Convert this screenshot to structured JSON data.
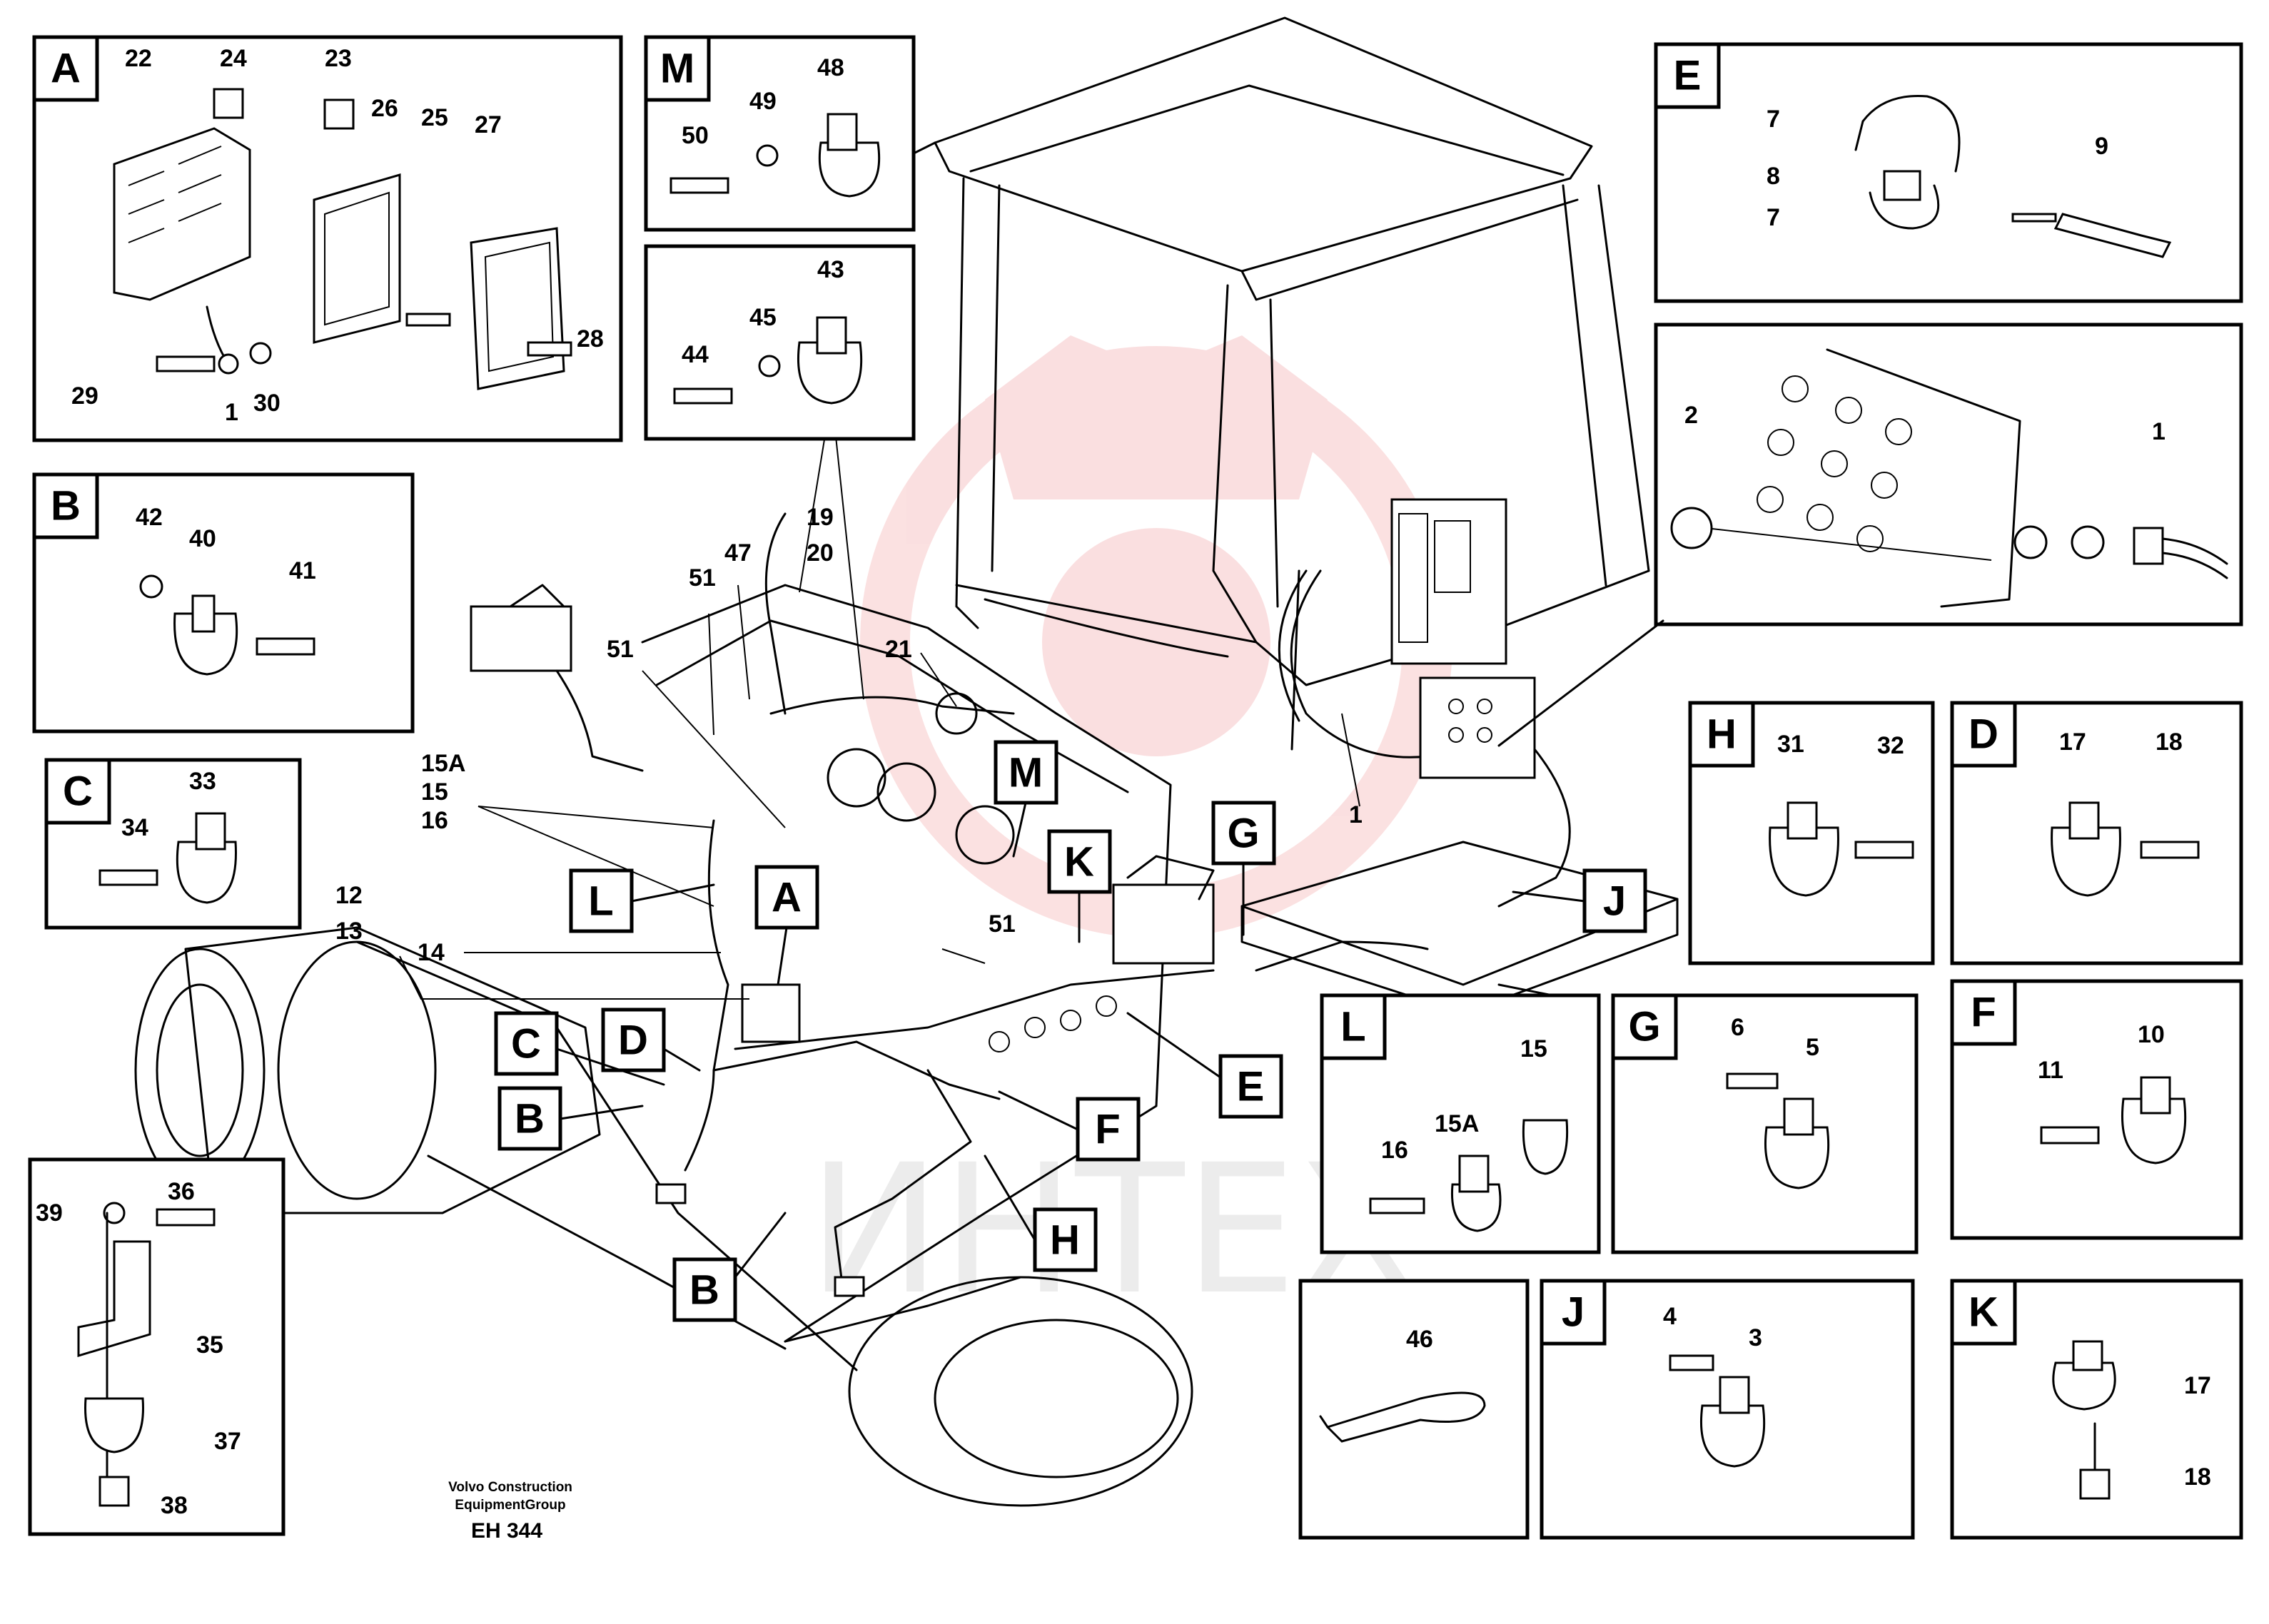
{
  "footer": {
    "line1": "Volvo Construction",
    "line2": "EquipmentGroup",
    "code": "EH 344"
  },
  "watermark": "ИНТЕХ",
  "colors": {
    "line": "#000000",
    "watermark_logo": "#e0151b"
  },
  "detail_panels": {
    "A": {
      "title": "A",
      "labels": [
        "22",
        "24",
        "23",
        "26",
        "25",
        "27",
        "29",
        "1",
        "30",
        "28"
      ]
    },
    "B": {
      "title": "B",
      "labels": [
        "42",
        "40",
        "41"
      ]
    },
    "C": {
      "title": "C",
      "labels": [
        "33",
        "34"
      ]
    },
    "M": {
      "title": "M",
      "labels": [
        "48",
        "49",
        "50"
      ]
    },
    "N": {
      "title": "",
      "labels": [
        "43",
        "45",
        "44"
      ]
    },
    "E": {
      "title": "E",
      "labels": [
        "7",
        "8",
        "7",
        "9"
      ]
    },
    "CONN": {
      "title": "",
      "labels": [
        "2",
        "1"
      ]
    },
    "H": {
      "title": "H",
      "labels": [
        "31",
        "32"
      ]
    },
    "D": {
      "title": "D",
      "labels": [
        "17",
        "18"
      ]
    },
    "L": {
      "title": "L",
      "labels": [
        "15",
        "15A",
        "16"
      ]
    },
    "G": {
      "title": "G",
      "labels": [
        "6",
        "5"
      ]
    },
    "F": {
      "title": "F",
      "labels": [
        "10",
        "11"
      ]
    },
    "S": {
      "title": "",
      "labels": [
        "39",
        "36",
        "35",
        "37",
        "38"
      ]
    },
    "T": {
      "title": "",
      "labels": [
        "46"
      ]
    },
    "J": {
      "title": "J",
      "labels": [
        "4",
        "3"
      ]
    },
    "K": {
      "title": "K",
      "labels": [
        "17",
        "18"
      ]
    }
  },
  "main_callouts": {
    "tags": [
      "M",
      "K",
      "G",
      "J",
      "A",
      "L",
      "C",
      "D",
      "B",
      "F",
      "E",
      "H",
      "B"
    ],
    "numbers": [
      "19",
      "20",
      "47",
      "51",
      "21",
      "51",
      "15A",
      "15",
      "16",
      "12",
      "13",
      "14",
      "51",
      "1"
    ]
  }
}
